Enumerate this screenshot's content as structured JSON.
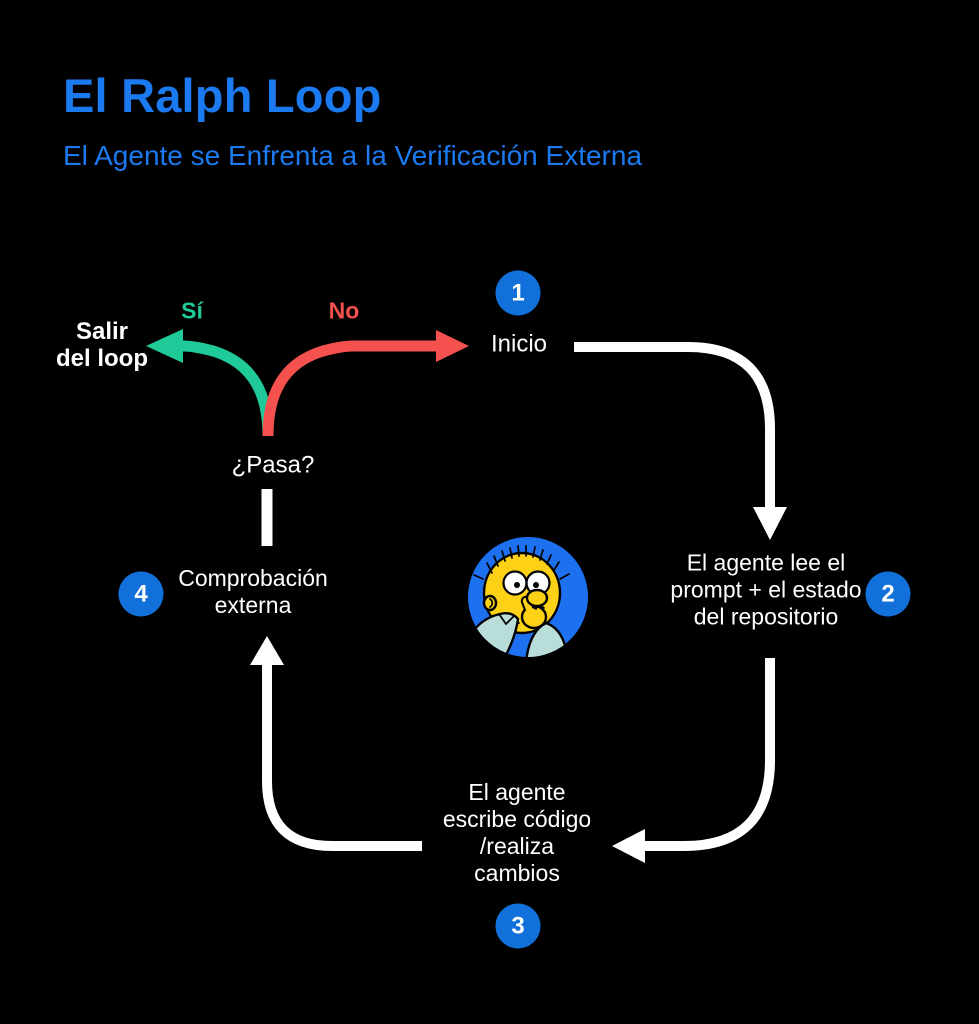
{
  "header": {
    "title": "El Ralph Loop",
    "subtitle": "El Agente se Enfrenta a la Verificación Externa"
  },
  "colors": {
    "background": "#000000",
    "accent_blue": "#1b7af0",
    "badge_blue": "#1170d9",
    "arrow_white": "#ffffff",
    "yes_green": "#1fc998",
    "no_red": "#f4514f",
    "text_white": "#ffffff",
    "ralph_circle_blue": "#1d71f0",
    "ralph_skin_yellow": "#fcd116",
    "ralph_shirt_teal": "#b9ded9"
  },
  "diagram": {
    "steps": [
      {
        "badge": "1",
        "lines": [
          "Inicio"
        ]
      },
      {
        "badge": "2",
        "lines": [
          "El agente lee el",
          "prompt + el estado",
          "del repositorio"
        ]
      },
      {
        "badge": "3",
        "lines": [
          "El agente",
          "escribe código",
          "/realiza",
          "cambios"
        ]
      },
      {
        "badge": "4",
        "lines": [
          "Comprobación",
          "externa"
        ]
      }
    ],
    "decision": {
      "question": "¿Pasa?",
      "yes_label": "Sí",
      "no_label": "No",
      "exit_lines": [
        "Salir",
        "del loop"
      ]
    },
    "center_icon": "ralph-wiggum-avatar"
  }
}
